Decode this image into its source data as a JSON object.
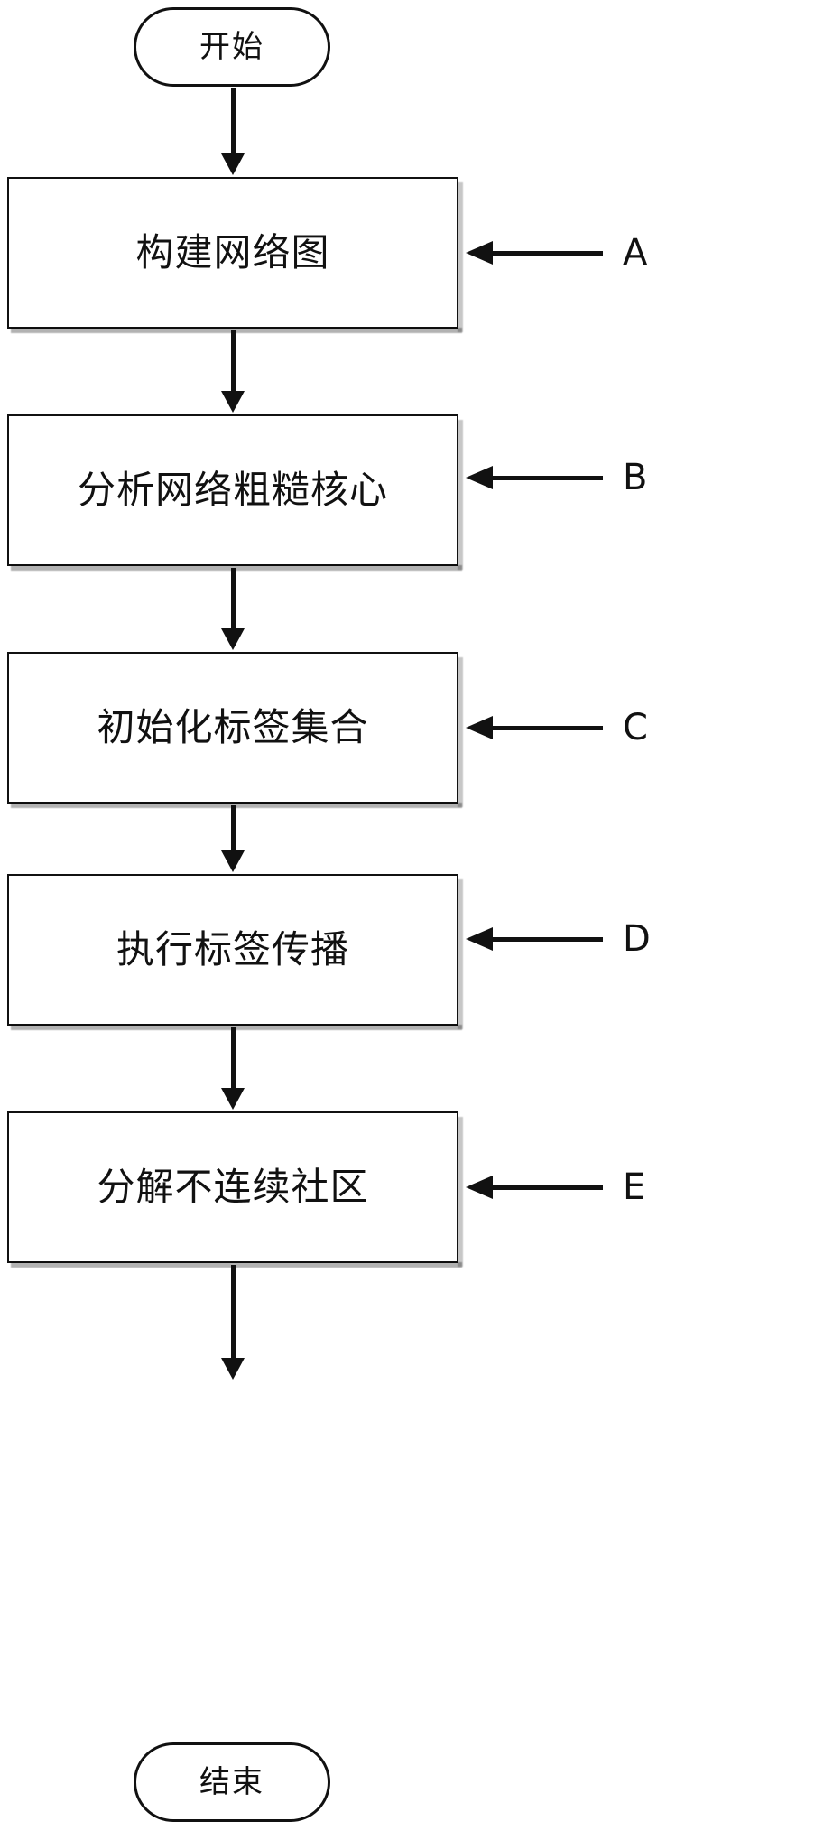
{
  "diagram": {
    "title_text_language": "zh",
    "colors": {
      "stroke": "#111111",
      "fill": "#ffffff"
    },
    "start_node": {
      "shape": "stadium",
      "label": "开始"
    },
    "end_node": {
      "shape": "stadium",
      "label": "结束"
    },
    "steps": [
      {
        "key": "A",
        "label": "构建网络图",
        "callout": "A"
      },
      {
        "key": "B",
        "label": "分析网络粗糙核心",
        "callout": "B"
      },
      {
        "key": "C",
        "label": "初始化标签集合",
        "callout": "C"
      },
      {
        "key": "D",
        "label": "执行标签传播",
        "callout": "D"
      },
      {
        "key": "E",
        "label": "分解不连续社区",
        "callout": "E"
      }
    ],
    "connectors": [
      {
        "from": "start",
        "to": "A",
        "kind": "down-arrow"
      },
      {
        "from": "A",
        "to": "B",
        "kind": "down-arrow"
      },
      {
        "from": "B",
        "to": "C",
        "kind": "down-arrow"
      },
      {
        "from": "C",
        "to": "D",
        "kind": "down-arrow"
      },
      {
        "from": "D",
        "to": "E",
        "kind": "down-arrow"
      },
      {
        "from": "E",
        "to": "end",
        "kind": "down-arrow"
      }
    ]
  }
}
